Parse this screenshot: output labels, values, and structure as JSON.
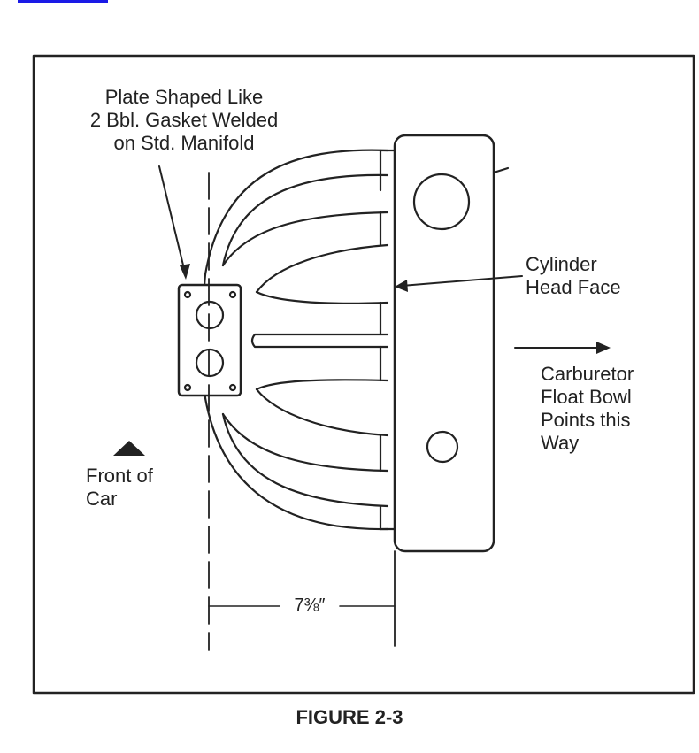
{
  "labels": {
    "plate": [
      "Plate Shaped Like",
      "2 Bbl. Gasket Welded",
      "on Std. Manifold"
    ],
    "cylinder": [
      "Cylinder",
      "Head Face"
    ],
    "carburetor": [
      "Carburetor",
      "Float Bowl",
      "Points this",
      "Way"
    ],
    "front": [
      "Front of",
      "Car"
    ],
    "dimension": "7⅜″"
  },
  "caption": "FIGURE 2-3",
  "colors": {
    "ink": "#222222",
    "link": "#1a1ae6",
    "background": "#ffffff"
  }
}
